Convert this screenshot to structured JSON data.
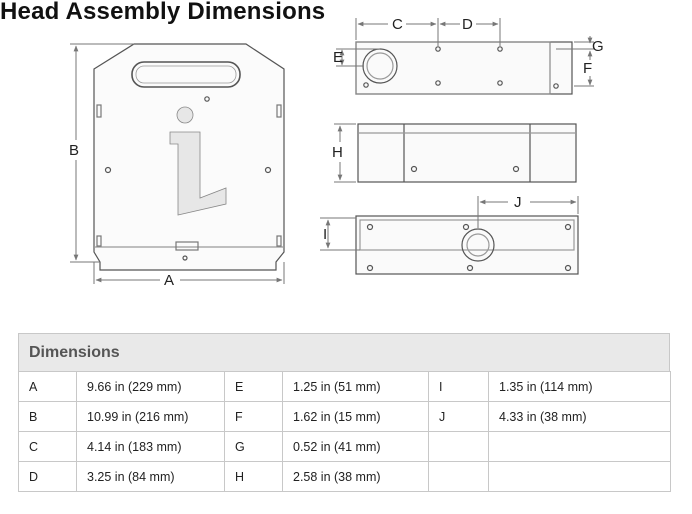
{
  "title": "Head Assembly Dimensions",
  "diagram": {
    "labels": {
      "A": "A",
      "B": "B",
      "C": "C",
      "D": "D",
      "E": "E",
      "F": "F",
      "G": "G",
      "H": "H",
      "I": "I",
      "J": "J"
    }
  },
  "table": {
    "heading": "Dimensions",
    "rows": [
      [
        {
          "k": "A",
          "v": "9.66 in (229 mm)"
        },
        {
          "k": "E",
          "v": "1.25 in (51 mm)"
        },
        {
          "k": "I",
          "v": "1.35 in (114 mm)"
        }
      ],
      [
        {
          "k": "B",
          "v": "10.99 in (216 mm)"
        },
        {
          "k": "F",
          "v": "1.62 in (15 mm)"
        },
        {
          "k": "J",
          "v": "4.33 in (38 mm)"
        }
      ],
      [
        {
          "k": "C",
          "v": "4.14 in (183 mm)"
        },
        {
          "k": "G",
          "v": "0.52 in (41 mm)"
        },
        {
          "k": "",
          "v": ""
        }
      ],
      [
        {
          "k": "D",
          "v": "3.25 in (84 mm)"
        },
        {
          "k": "H",
          "v": "2.58 in (38 mm)"
        },
        {
          "k": "",
          "v": ""
        }
      ]
    ]
  }
}
